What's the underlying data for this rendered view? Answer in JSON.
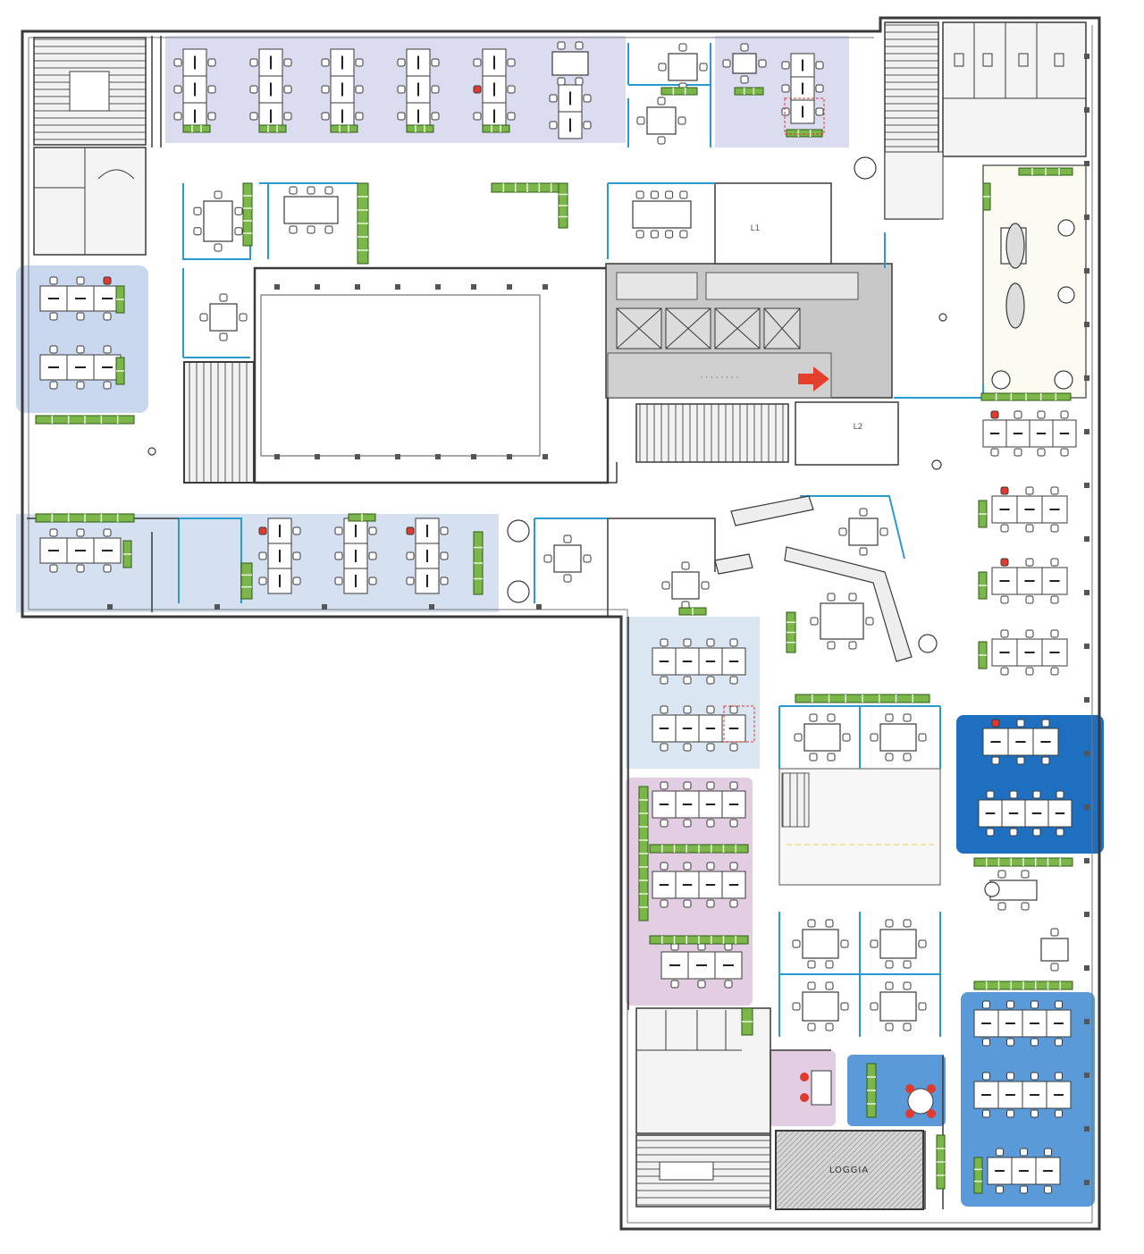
{
  "floorplan": {
    "labels": {
      "lift_lobby_a": "L1",
      "lift_lobby_b": "L2",
      "service_room": "LOGGIA"
    },
    "colors": {
      "wall": "#3a3a3a",
      "glass": "#2a9bd0",
      "zone_lavender": "#dcdcf0",
      "zone_blue_light": "#c9d8ee",
      "zone_blue_strong": "#1f6fc0",
      "zone_blue_mid": "#5a9ad8",
      "zone_purple": "#e2cde3",
      "core_grey": "#c8c8c8",
      "storage_green": "#7ab648",
      "arrow_red": "#e2402a",
      "chair_red": "#e03a2e"
    },
    "icons": {
      "stair": "stair-icon",
      "arrow": "direction-arrow-icon",
      "toilet": "toilet-icon"
    }
  }
}
